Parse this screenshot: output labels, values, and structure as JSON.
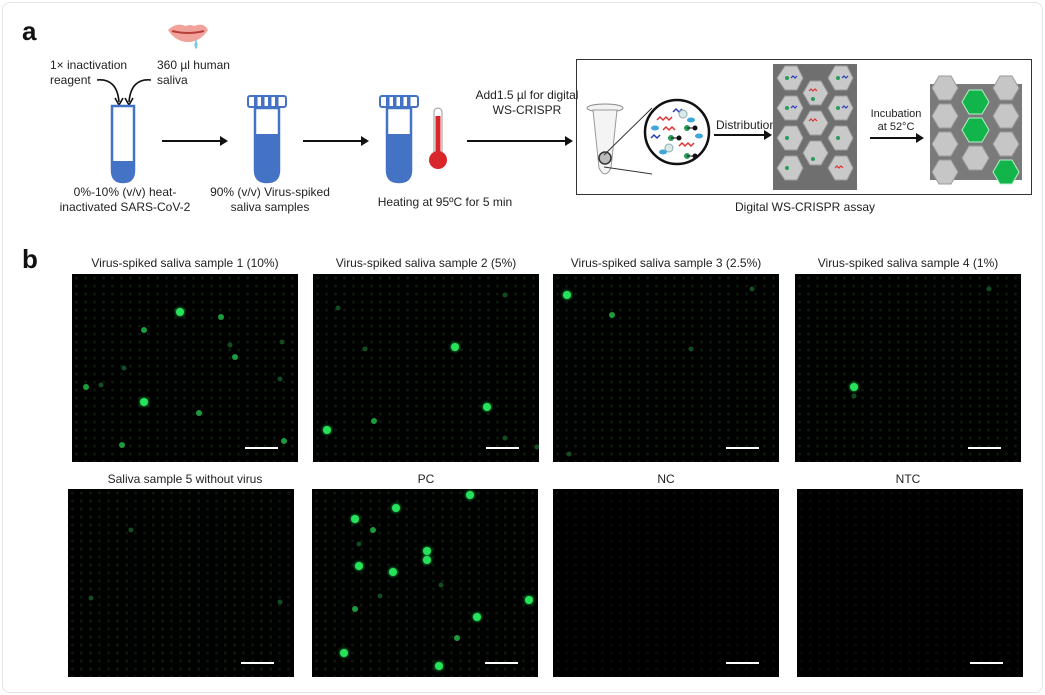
{
  "panel_a": {
    "letter": "a",
    "step1": {
      "reagent_label": [
        "1× inactivation",
        "reagent"
      ],
      "saliva_label": [
        "360 µl human",
        "saliva"
      ],
      "caption": [
        "0%-10% (v/v) heat-",
        "inactivated SARS-CoV-2"
      ]
    },
    "step2": {
      "caption": [
        "90% (v/v) Virus-spiked",
        "saliva samples"
      ]
    },
    "step3": {
      "caption": "Heating at 95ºC for 5 min"
    },
    "step4": {
      "arrow_label": [
        "Add1.5 µl for digital",
        "WS-CRISPR"
      ]
    },
    "assay": {
      "distribution_label": "Distribution",
      "incubation_label": [
        "Incubation",
        "at 52°C"
      ],
      "caption": "Digital WS-CRISPR assay"
    },
    "colors": {
      "tube_blue": "#4472c4",
      "thermometer_red": "#d9262a",
      "hex_gray": "#c6c6c6",
      "hex_green": "#12b54a"
    }
  },
  "panel_b": {
    "letter": "b",
    "images": [
      {
        "title": "Virus-spiked saliva sample 1 (10%)",
        "dots": [
          [
            48,
            20,
            "b"
          ],
          [
            32,
            30,
            "m"
          ],
          [
            66,
            23,
            "m"
          ],
          [
            72,
            44,
            "m"
          ],
          [
            6,
            60,
            "m"
          ],
          [
            32,
            68,
            "b"
          ],
          [
            56,
            74,
            "m"
          ],
          [
            22,
            91,
            "m"
          ],
          [
            94,
            89,
            "m"
          ],
          [
            13,
            59,
            "f"
          ],
          [
            70,
            38,
            "f"
          ],
          [
            93,
            36,
            "f"
          ],
          [
            23,
            50,
            "f"
          ],
          [
            92,
            56,
            "f"
          ]
        ]
      },
      {
        "title": "Virus-spiked saliva sample 2 (5%)",
        "dots": [
          [
            63,
            39,
            "b"
          ],
          [
            77,
            71,
            "b"
          ],
          [
            6,
            83,
            "b"
          ],
          [
            27,
            78,
            "m"
          ],
          [
            85,
            11,
            "f"
          ],
          [
            11,
            18,
            "f"
          ],
          [
            23,
            40,
            "f"
          ],
          [
            85,
            87,
            "f"
          ],
          [
            99,
            92,
            "f"
          ]
        ]
      },
      {
        "title": "Virus-spiked saliva sample 3 (2.5%)",
        "dots": [
          [
            6,
            11,
            "b"
          ],
          [
            26,
            22,
            "m"
          ],
          [
            61,
            40,
            "f"
          ],
          [
            88,
            8,
            "f"
          ],
          [
            7,
            96,
            "f"
          ]
        ]
      },
      {
        "title": "Virus-spiked saliva sample 4 (1%)",
        "dots": [
          [
            26,
            60,
            "b"
          ],
          [
            86,
            8,
            "f"
          ],
          [
            26,
            65,
            "f"
          ]
        ]
      },
      {
        "title": "Saliva sample 5 without virus",
        "dots": [
          [
            10,
            58,
            "f"
          ],
          [
            94,
            60,
            "f"
          ],
          [
            28,
            22,
            "f"
          ]
        ]
      },
      {
        "title": "PC",
        "dots": [
          [
            70,
            3,
            "b"
          ],
          [
            37,
            10,
            "b"
          ],
          [
            19,
            16,
            "b"
          ],
          [
            27,
            22,
            "m"
          ],
          [
            51,
            33,
            "b"
          ],
          [
            51,
            38,
            "b"
          ],
          [
            21,
            41,
            "b"
          ],
          [
            36,
            44,
            "b"
          ],
          [
            19,
            64,
            "m"
          ],
          [
            96,
            59,
            "b"
          ],
          [
            73,
            68,
            "b"
          ],
          [
            64,
            79,
            "m"
          ],
          [
            14,
            87,
            "b"
          ],
          [
            56,
            94,
            "b"
          ],
          [
            21,
            29,
            "f"
          ],
          [
            57,
            51,
            "f"
          ],
          [
            30,
            57,
            "f"
          ]
        ]
      },
      {
        "title": "NC",
        "dots": []
      },
      {
        "title": "NTC",
        "dots": []
      }
    ]
  }
}
